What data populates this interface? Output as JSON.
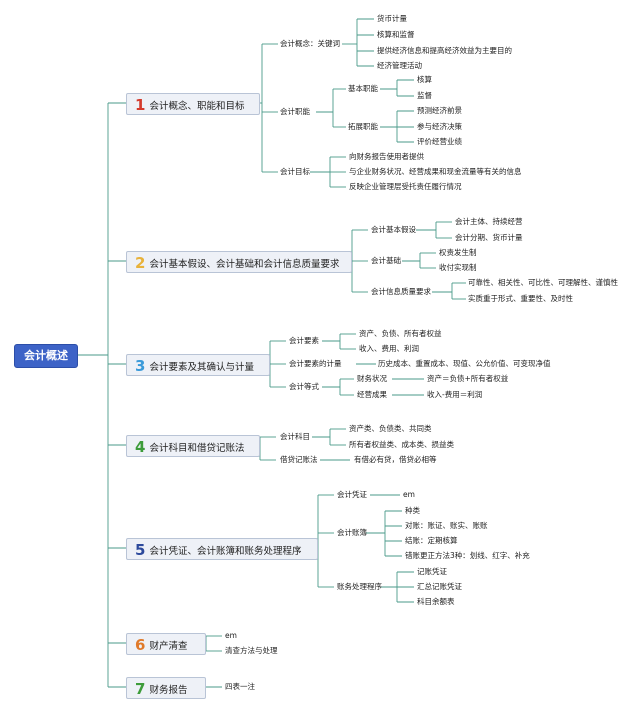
{
  "root": {
    "label": "会计概述"
  },
  "sections": [
    {
      "num": "1",
      "num_color": "#d43b2d",
      "title": "会计概念、职能和目标",
      "children": [
        {
          "label": "会计概念：关键词",
          "items": [
            "货币计量",
            "核算和监督",
            "提供经济信息和提高经济效益为主要目的",
            "经济管理活动"
          ]
        },
        {
          "label": "会计职能",
          "children": [
            {
              "label": "基本职能",
              "items": [
                "核算",
                "监督"
              ]
            },
            {
              "label": "拓展职能",
              "items": [
                "预测经济前景",
                "参与经济决策",
                "评价经营业绩"
              ]
            }
          ]
        },
        {
          "label": "会计目标",
          "items": [
            "向财务报告使用者提供",
            "与企业财务状况、经营成果和现金流量等有关的信息",
            "反映企业管理层受托责任履行情况"
          ]
        }
      ]
    },
    {
      "num": "2",
      "num_color": "#e8b23a",
      "title": "会计基本假设、会计基础和会计信息质量要求",
      "children": [
        {
          "label": "会计基本假设",
          "items": [
            "会计主体、持续经营",
            "会计分期、货币计量"
          ]
        },
        {
          "label": "会计基础",
          "items": [
            "权责发生制",
            "收付实现制"
          ]
        },
        {
          "label": "会计信息质量要求",
          "items": [
            "可靠性、相关性、可比性、可理解性、谨慎性",
            "实质重于形式、重要性、及时性"
          ]
        }
      ]
    },
    {
      "num": "3",
      "num_color": "#3a9ad9",
      "title": "会计要素及其确认与计量",
      "children": [
        {
          "label": "会计要素",
          "items": [
            "资产、负债、所有者权益",
            "收入、费用、利润"
          ]
        },
        {
          "label": "会计要素的计量",
          "items": [
            "历史成本、重置成本、现值、公允价值、可变现净值"
          ]
        },
        {
          "label": "会计等式",
          "children": [
            {
              "label": "财务状况",
              "items": [
                "资产＝负债+所有者权益"
              ]
            },
            {
              "label": "经营成果",
              "items": [
                "收入-费用＝利润"
              ]
            }
          ]
        }
      ]
    },
    {
      "num": "4",
      "num_color": "#3d9c3a",
      "title": "会计科目和借贷记账法",
      "children": [
        {
          "label": "会计科目",
          "items": [
            "资产类、负债类、共同类",
            "所有者权益类、成本类、损益类"
          ]
        },
        {
          "label": "借贷记账法",
          "items": [
            "有借必有贷，借贷必相等"
          ]
        }
      ]
    },
    {
      "num": "5",
      "num_color": "#2d4a9c",
      "title": "会计凭证、会计账簿和账务处理程序",
      "children": [
        {
          "label": "会计凭证",
          "items": [
            "em"
          ]
        },
        {
          "label": "会计账簿",
          "items": [
            "种类",
            "对账：账证、账实、账账",
            "结账：定期核算",
            "错账更正方法3种：划线、红字、补充"
          ]
        },
        {
          "label": "账务处理程序",
          "items": [
            "记账凭证",
            "汇总记账凭证",
            "科目余额表"
          ]
        }
      ]
    },
    {
      "num": "6",
      "num_color": "#e07a2a",
      "title": "财产清查",
      "items": [
        "em",
        "清查方法与处理"
      ]
    },
    {
      "num": "7",
      "num_color": "#3d9c3a",
      "title": "财务报告",
      "items": [
        "四表一注"
      ]
    }
  ]
}
